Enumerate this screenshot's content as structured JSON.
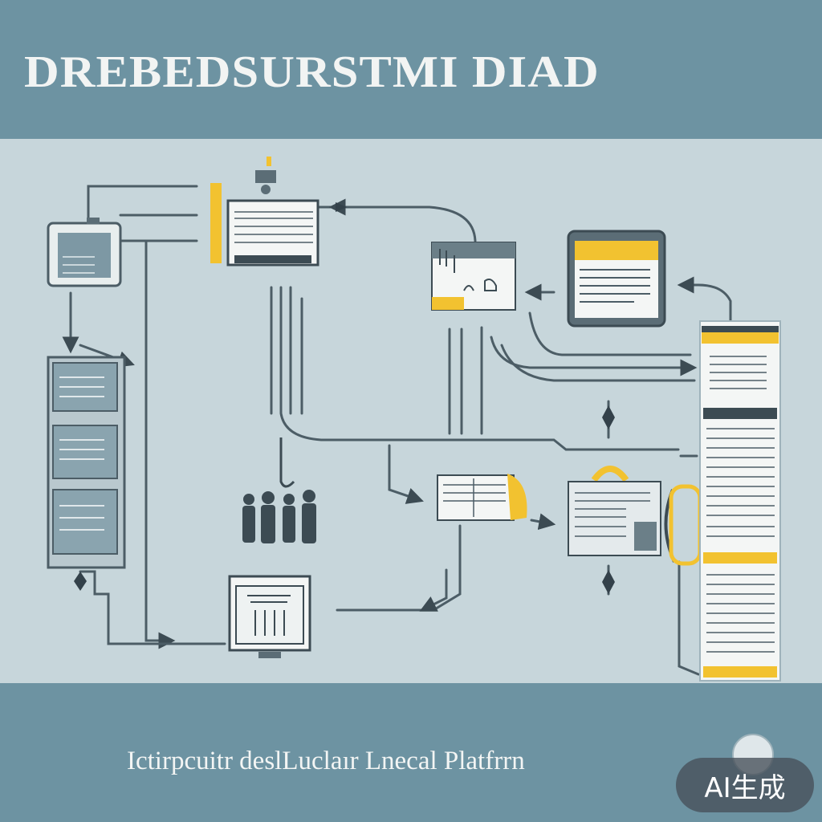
{
  "header": {
    "title": "DREBEDSURSTMI DIAD"
  },
  "footer": {
    "subtitle": "Ictirpcuitr deslLuclaır Lnecal Platfrrn"
  },
  "badge": {
    "label": "AI生成"
  },
  "colors": {
    "accent": "#f2c230",
    "line": "#4c5d66",
    "screen": "#7d98a4",
    "panel": "#f4f6f5",
    "band": "#6d93a2",
    "canvas": "#c7d6db"
  },
  "icons": [
    "monitor-icon",
    "server-rack-icon",
    "document-panel-icon",
    "printer-icon",
    "people-group-icon",
    "tall-document-icon",
    "arrow-icon",
    "lock-icon"
  ]
}
